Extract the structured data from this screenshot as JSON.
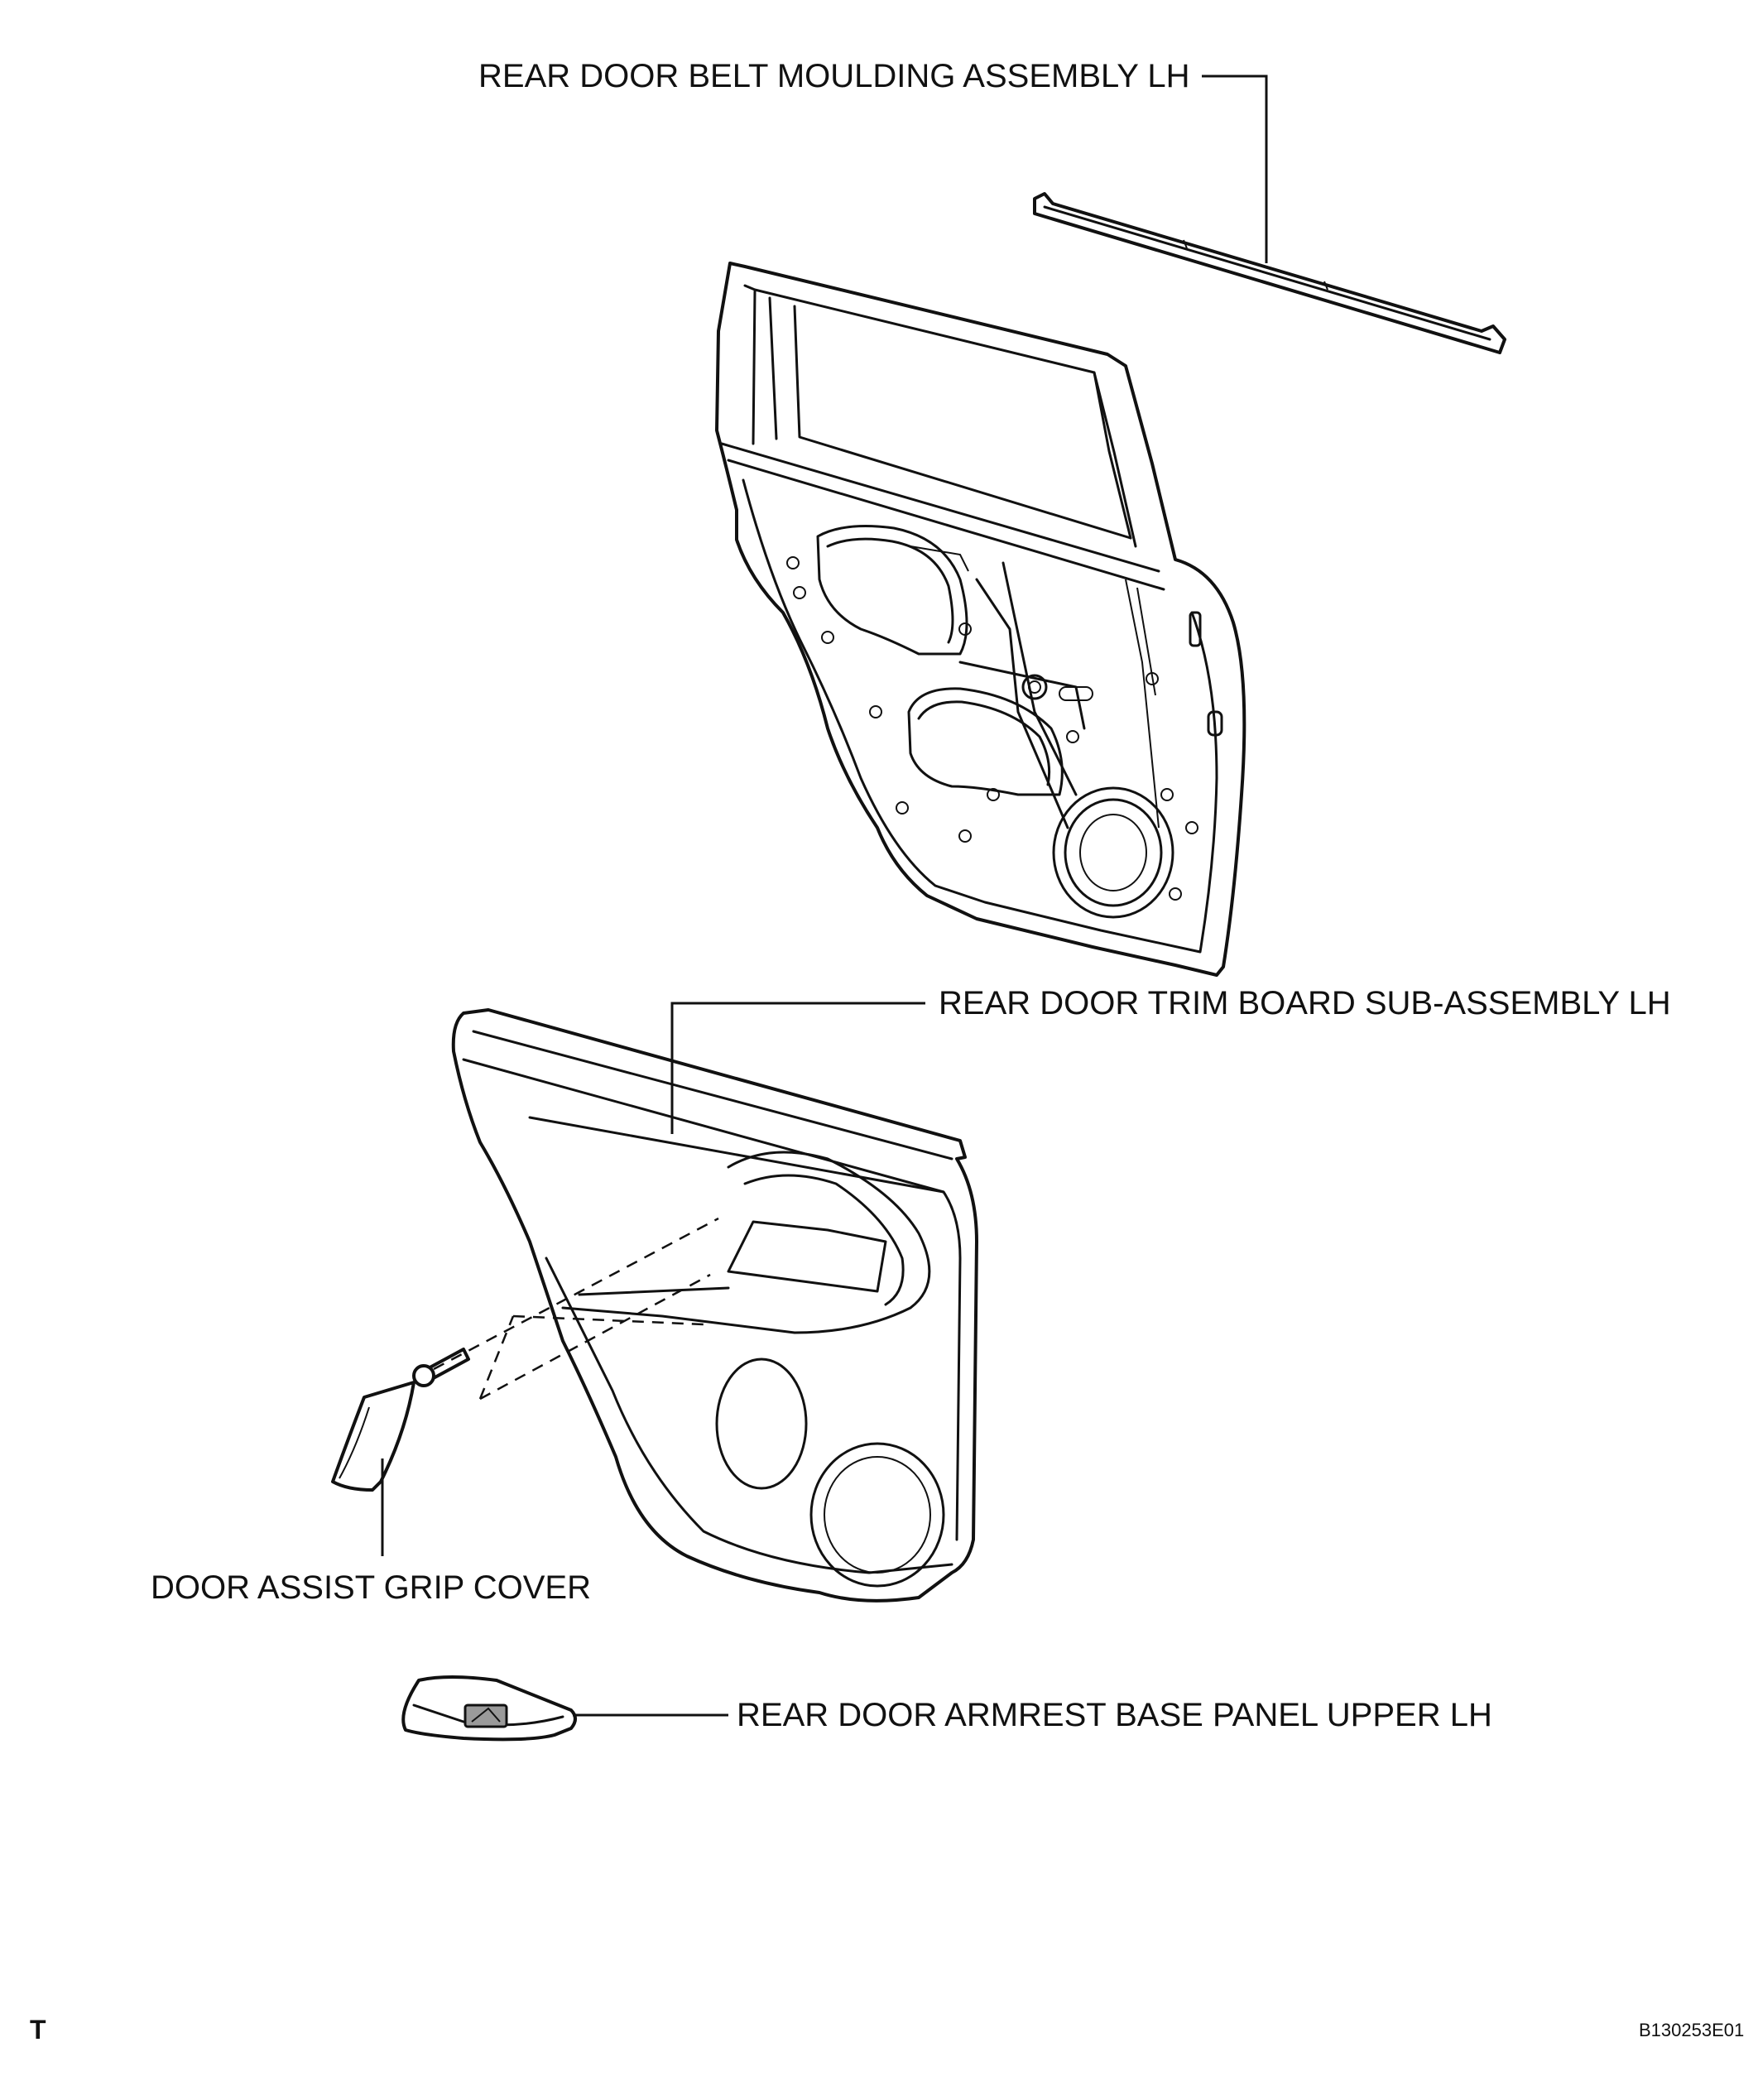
{
  "labels": {
    "belt_moulding": "REAR DOOR BELT MOULDING ASSEMBLY LH",
    "trim_board": "REAR DOOR TRIM BOARD SUB-ASSEMBLY LH",
    "grip_cover": "DOOR ASSIST GRIP COVER",
    "armrest_panel": "REAR DOOR ARMREST BASE PANEL UPPER LH"
  },
  "corner_mark": "T",
  "figure_code": "B130253E01"
}
